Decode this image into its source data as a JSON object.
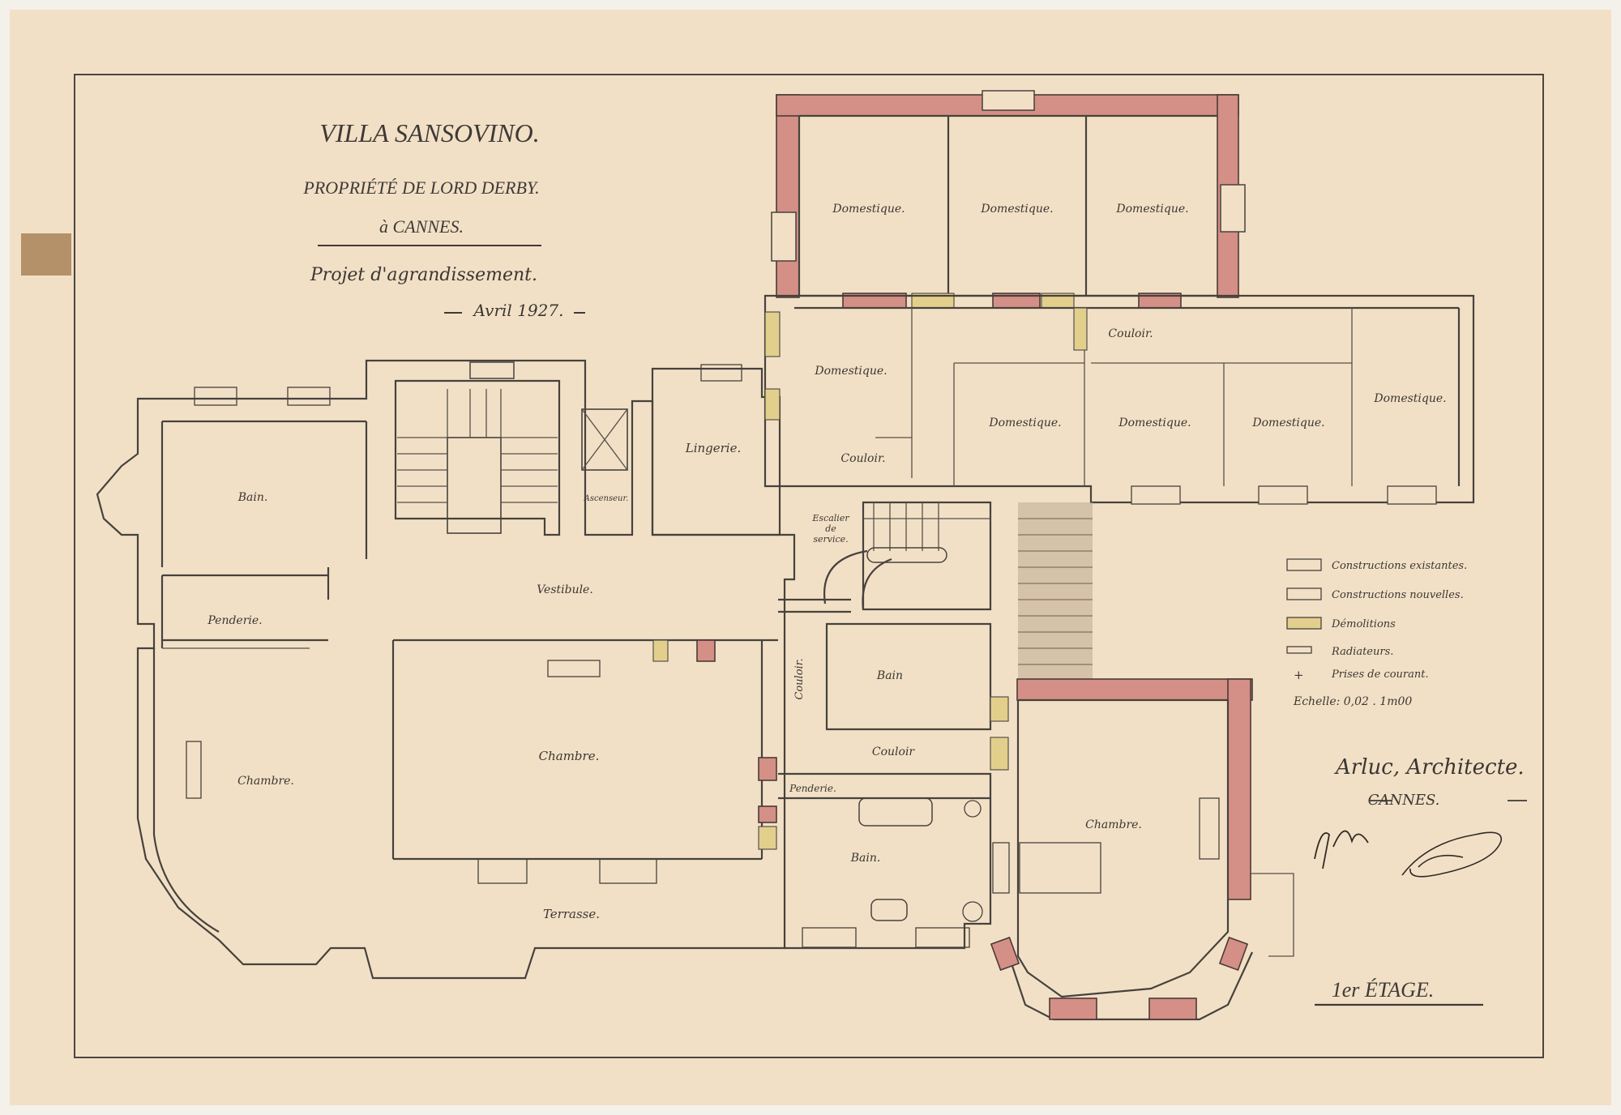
{
  "title": {
    "line1": "VILLA SANSOVINO.",
    "line2": "PROPRIÉTÉ DE LORD DERBY.",
    "line3": "à CANNES.",
    "project": "Projet d'agrandissement.",
    "date": "Avril 1927."
  },
  "floor_label": "1er ÉTAGE.",
  "architect": {
    "name": "Arluc, Architecte.",
    "city": "CANNES."
  },
  "legend": {
    "existing": "Constructions existantes.",
    "new": "Constructions nouvelles.",
    "demolitions": "Démolitions",
    "radiators": "Radiateurs.",
    "outlets": "Prises de courant.",
    "scale": "Echelle: 0,02 . 1m00"
  },
  "colors": {
    "paper": "#f2e0c6",
    "new_construction": "#d48f86",
    "demolition": "#e3cf8c",
    "ink": "#46423d"
  },
  "rooms": {
    "domestique_1": "Domestique.",
    "domestique_2": "Domestique.",
    "domestique_3": "Domestique.",
    "domestique_4": "Domestique.",
    "domestique_5": "Domestique.",
    "domestique_6": "Domestique.",
    "domestique_7": "Domestique.",
    "domestique_8": "Domestique.",
    "couloir_north": "Couloir.",
    "couloir_mid": "Couloir.",
    "couloir_vertical": "Couloir.",
    "couloir_south": "Couloir",
    "lingerie": "Lingerie.",
    "ascenseur": "Ascenseur.",
    "escalier_line1": "Escalier",
    "escalier_line2": "de",
    "escalier_line3": "service.",
    "bain_west": "Bain.",
    "penderie_west": "Penderie.",
    "vestibule": "Vestibule.",
    "chambre_west": "Chambre.",
    "chambre_center": "Chambre.",
    "terrasse": "Terrasse.",
    "bain_center": "Bain",
    "penderie_center": "Penderie.",
    "bain_south": "Bain.",
    "chambre_east": "Chambre."
  }
}
